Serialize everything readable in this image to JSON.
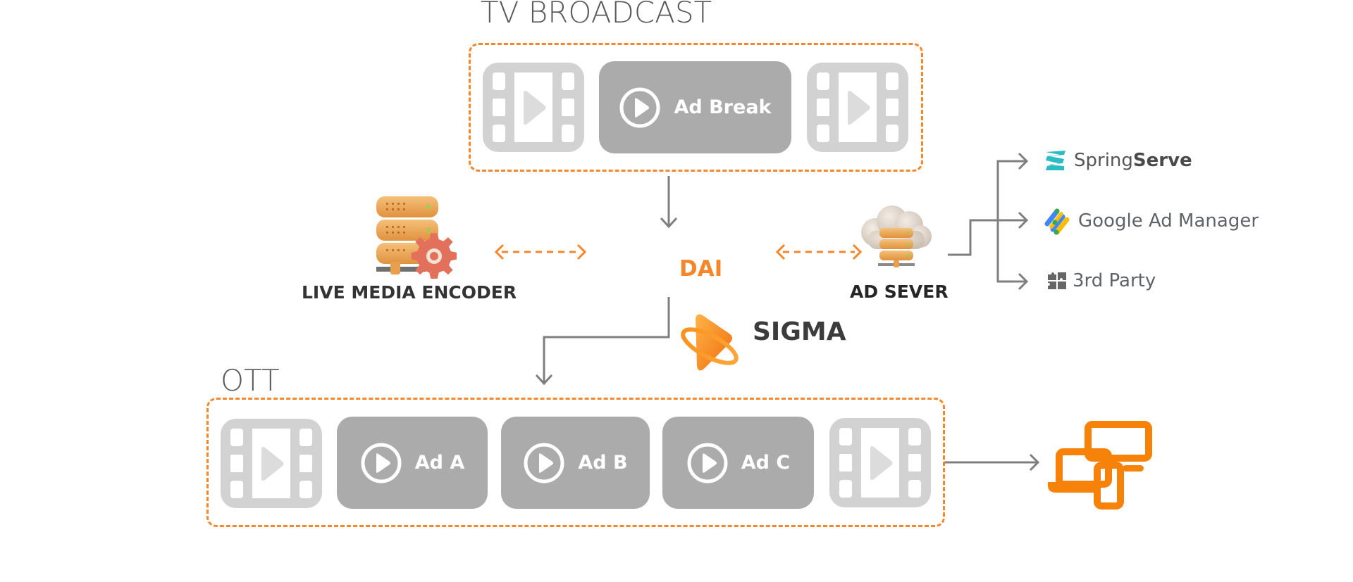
{
  "colors": {
    "accent": "#f5872a",
    "device_orange": "#f7820a",
    "ad_box": "#ababab",
    "film": "#d2d2d2",
    "connector": "#7f7f7f",
    "title_text": "#5a5a5a"
  },
  "tv_broadcast": {
    "title": "TV BROADCAST",
    "segments": [
      {
        "type": "content",
        "icon": "film-play-icon"
      },
      {
        "type": "ad",
        "label": "Ad Break",
        "icon": "play-circle-icon"
      },
      {
        "type": "content",
        "icon": "film-play-icon"
      }
    ]
  },
  "nodes": {
    "encoder": {
      "label": "LIVE MEDIA ENCODER",
      "icon": "server-gear-icon"
    },
    "dai": {
      "label": "DAI"
    },
    "ad_server": {
      "label": "AD SEVER",
      "icon": "cloud-server-icon"
    },
    "sigma": {
      "label": "SIGMA",
      "icon": "sigma-logo-icon"
    }
  },
  "partners": [
    {
      "name_regular": "Spring",
      "name_bold": "Serve",
      "icon": "springserve-logo-icon"
    },
    {
      "name_regular": "Google",
      "name_bold": "",
      "suffix": " Ad Manager",
      "icon": "google-ad-manager-logo-icon"
    },
    {
      "name_regular": "3rd Party",
      "name_bold": "",
      "icon": "puzzle-icon"
    }
  ],
  "ott": {
    "title": "OTT",
    "segments": [
      {
        "type": "content",
        "icon": "film-play-icon"
      },
      {
        "type": "ad",
        "label": "Ad A",
        "icon": "play-circle-icon"
      },
      {
        "type": "ad",
        "label": "Ad B",
        "icon": "play-circle-icon"
      },
      {
        "type": "ad",
        "label": "Ad C",
        "icon": "play-circle-icon"
      },
      {
        "type": "content",
        "icon": "film-play-icon"
      }
    ]
  },
  "output": {
    "icon": "multi-device-icon"
  }
}
